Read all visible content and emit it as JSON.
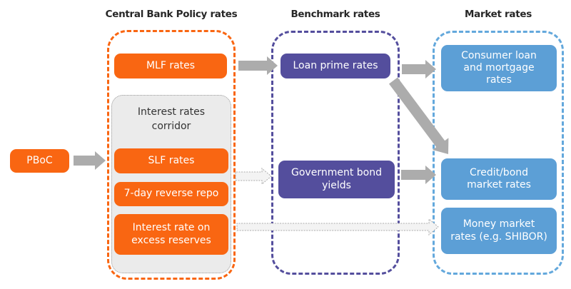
{
  "columns": {
    "policy": {
      "title": "Central Bank Policy rates"
    },
    "benchmark": {
      "title": "Benchmark rates"
    },
    "market": {
      "title": "Market rates"
    }
  },
  "nodes": {
    "pboc": "PBoC",
    "mlf": "MLF rates",
    "corridor": "Interest rates\ncorridor",
    "slf": "SLF rates",
    "repo": "7-day reverse repo",
    "excess": "Interest rate on\nexcess reserves",
    "lpr": "Loan prime rates",
    "govbond": "Government bond\nyields",
    "consumer": "Consumer loan\nand mortgage\nrates",
    "credit": "Credit/bond\nmarket rates",
    "money": "Money market\nrates (e.g. SHIBOR)"
  },
  "connections": [
    {
      "from": "PBoC",
      "to": "Central Bank Policy rates",
      "style": "solid"
    },
    {
      "from": "MLF rates",
      "to": "Loan prime rates",
      "style": "solid"
    },
    {
      "from": "Loan prime rates",
      "to": "Consumer loan and mortgage rates",
      "style": "solid"
    },
    {
      "from": "Loan prime rates",
      "to": "Credit/bond market rates",
      "style": "solid"
    },
    {
      "from": "Interest rates corridor",
      "to": "Government bond yields",
      "style": "outline"
    },
    {
      "from": "Government bond yields",
      "to": "Credit/bond market rates",
      "style": "solid"
    },
    {
      "from": "Interest rate on excess reserves",
      "to": "Money market rates (e.g. SHIBOR)",
      "style": "outline"
    }
  ],
  "colors": {
    "orange": "#F96612",
    "purple": "#544E9D",
    "blue": "#5C9FD6",
    "blueBorder": "#63A8DC",
    "arrow": "#ACACAC",
    "corridorFill": "#EBEBEB"
  }
}
